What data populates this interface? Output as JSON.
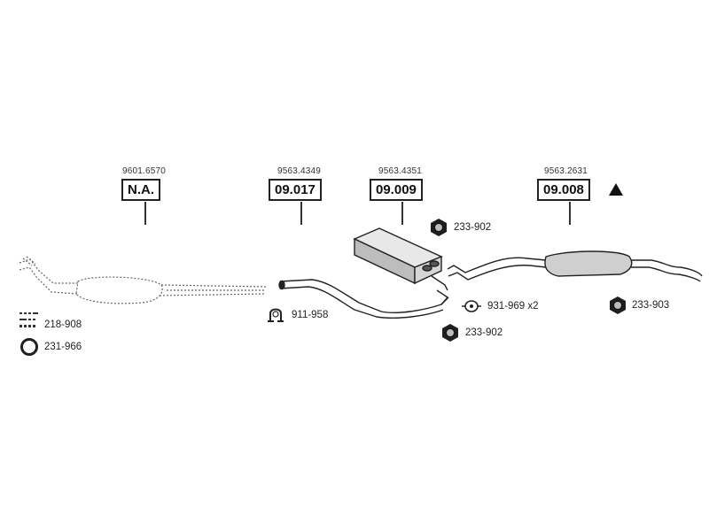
{
  "parts": [
    {
      "ref": "9601.6570",
      "code": "N.A."
    },
    {
      "ref": "9563.4349",
      "code": "09.017"
    },
    {
      "ref": "9563.4351",
      "code": "09.009"
    },
    {
      "ref": "9563.2631",
      "code": "09.008"
    }
  ],
  "accessories": {
    "kit_1": "218-908",
    "gasket": "231-966",
    "clamp": "911-958",
    "hanger": "931-969 x2",
    "nut_top": "233-902",
    "nut_bottom": "233-902",
    "nut_right": "233-903"
  },
  "icons": [
    "triangle-icon",
    "nut-icon",
    "clamp-icon",
    "hanger-icon",
    "ring-icon",
    "kit-icon"
  ]
}
